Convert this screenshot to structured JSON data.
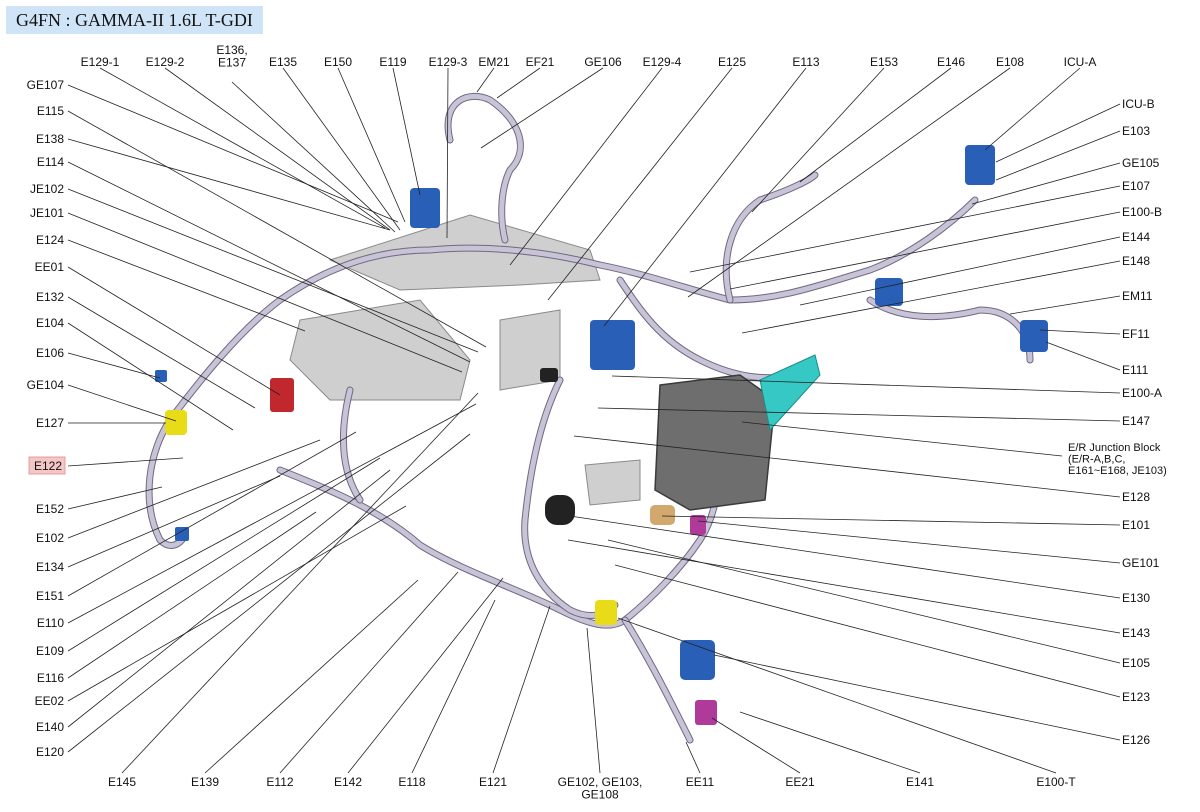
{
  "title": "G4FN : GAMMA-II 1.6L T-GDI",
  "colors": {
    "title_bg": "#cfe4f6",
    "highlight_label_bg": "#f4c6c6",
    "connector_blue": "#2a5fb8",
    "connector_yellow": "#e8dc18",
    "connector_red": "#c0282e",
    "connector_magenta": "#b03a9a",
    "connector_teal": "#36c8c4",
    "junction_block": "#6e6e6e",
    "harness": "#c9c3d8"
  },
  "labels": {
    "top": [
      "E129-1",
      "E129-2",
      "E136,\nE137",
      "E135",
      "E150",
      "E119",
      "E129-3",
      "EM21",
      "EF21",
      "GE106",
      "E129-4",
      "E125",
      "E113",
      "E153",
      "E146",
      "E108",
      "ICU-A"
    ],
    "left": [
      "GE107",
      "E115",
      "E138",
      "E114",
      "JE102",
      "JE101",
      "E124",
      "EE01",
      "E132",
      "E104",
      "E106",
      "GE104",
      "E127",
      "E122",
      "E152",
      "E102",
      "E134",
      "E151",
      "E110",
      "E109",
      "E116",
      "EE02",
      "E140",
      "E120"
    ],
    "right": [
      "ICU-B",
      "E103",
      "GE105",
      "E107",
      "E100-B",
      "E144",
      "E148",
      "EM11",
      "EF11",
      "E111",
      "E100-A",
      "E147",
      "E/R Junction Block\n(E/R-A,B,C,\nE161~E168, JE103)",
      "E128",
      "E101",
      "GE101",
      "E130",
      "E143",
      "E105",
      "E123",
      "E126"
    ],
    "bottom": [
      "E145",
      "E139",
      "E112",
      "E142",
      "E118",
      "E121",
      "GE102, GE103,\nGE108",
      "EE11",
      "EE21",
      "E141",
      "E100-T"
    ]
  },
  "highlighted_label": "E122"
}
